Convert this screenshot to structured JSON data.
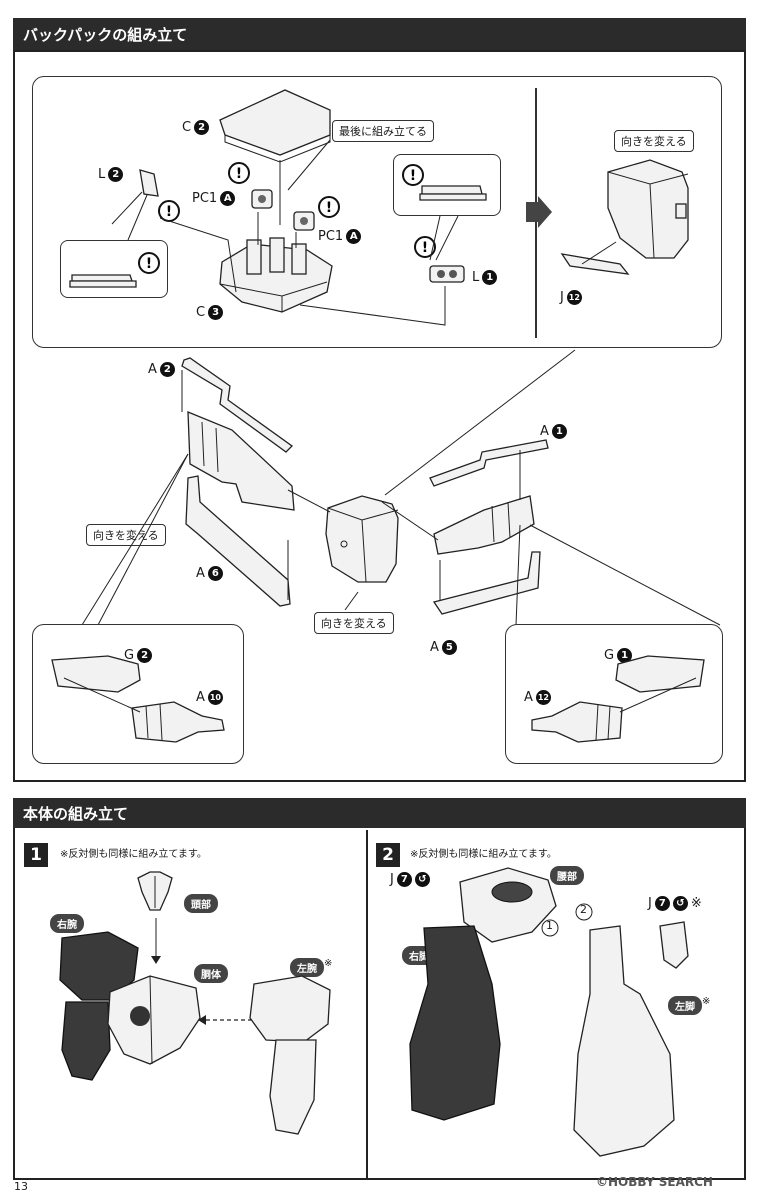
{
  "backpack_section": {
    "title": "バックパックの組み立て",
    "labels": {
      "c2": "C",
      "c2_num": "2",
      "l2": "L",
      "l2_num": "2",
      "pc1_left": "PC1",
      "pc1_left_circ": "A",
      "pc1_right": "PC1",
      "pc1_right_circ": "A",
      "c3": "C",
      "c3_num": "3",
      "l1": "L",
      "l1_num": "1",
      "j12": "J",
      "j12_num": "12",
      "a2": "A",
      "a2_num": "2",
      "a1": "A",
      "a1_num": "1",
      "a6": "A",
      "a6_num": "6",
      "a5": "A",
      "a5_num": "5",
      "g2": "G",
      "g2_num": "2",
      "a10": "A",
      "a10_num": "10",
      "g1": "G",
      "g1_num": "1",
      "a12": "A",
      "a12_num": "12"
    },
    "callouts": {
      "last_assemble": "最後に組み立てる",
      "change_direction_top": "向きを変える",
      "change_direction_left": "向きを変える",
      "change_direction_center": "向きを変える"
    },
    "warning_glyph": "!"
  },
  "body_section": {
    "title": "本体の組み立て",
    "step1": {
      "number": "1",
      "note": "※反対側も同様に組み立てます。",
      "tags": {
        "head": "頭部",
        "right_arm": "右腕",
        "torso": "胴体",
        "left_arm": "左腕"
      },
      "left_arm_mark": "※"
    },
    "step2": {
      "number": "2",
      "note": "※反対側も同様に組み立てます。",
      "tags": {
        "waist": "腰部",
        "right_leg": "右脚",
        "left_leg": "左脚"
      },
      "j_left": "J",
      "j_left_num": "7",
      "j_right": "J",
      "j_right_num": "7",
      "j_right_mark": "※",
      "left_leg_mark": "※",
      "order_1": "1",
      "order_2": "2"
    }
  },
  "footer": {
    "page_number": "13",
    "watermark": "©HOBBY SEARCH"
  }
}
